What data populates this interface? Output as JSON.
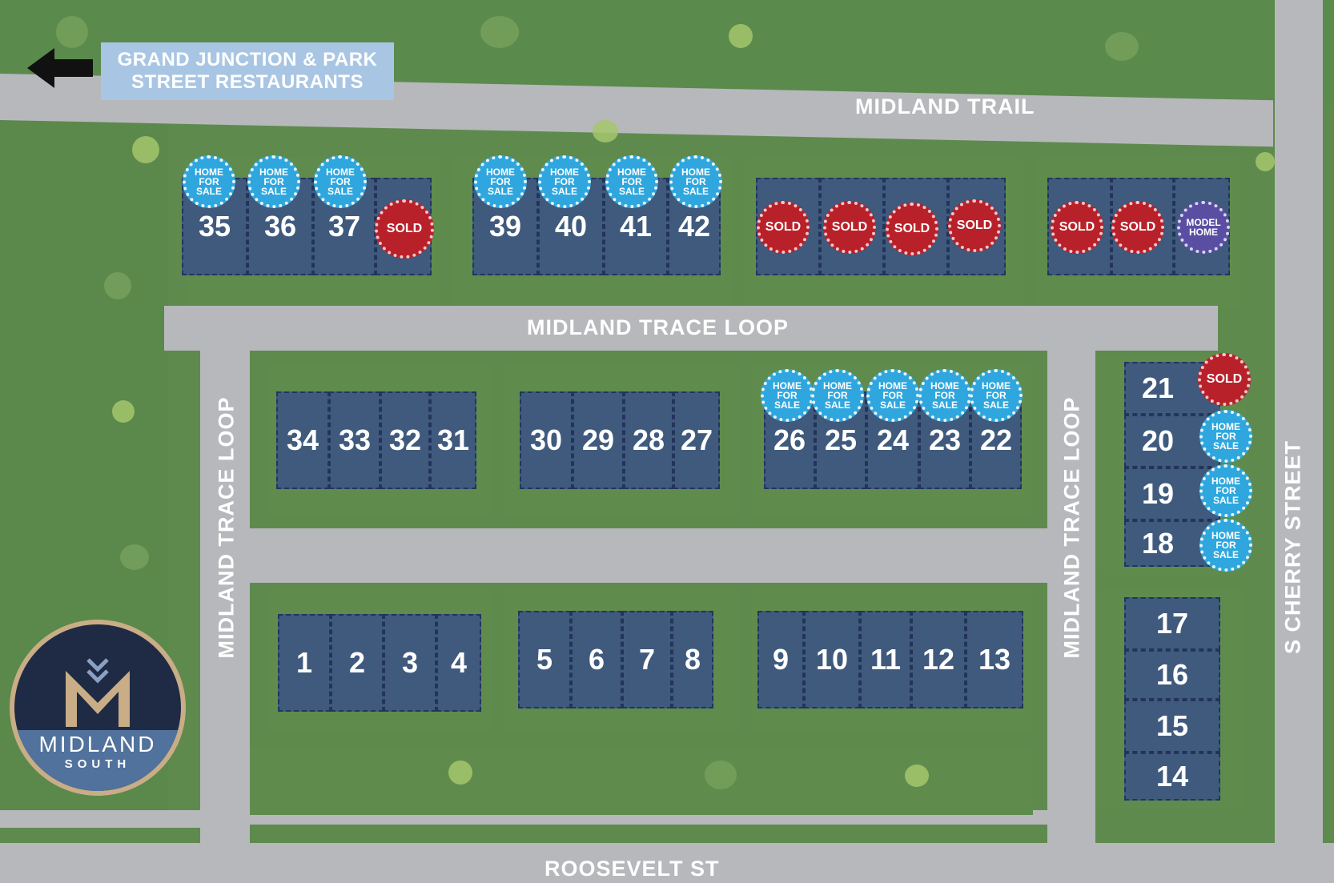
{
  "streets": {
    "midland_trail": "MIDLAND TRAIL",
    "midland_trace_loop_top": "MIDLAND TRACE LOOP",
    "midland_trace_loop_left": "MIDLAND TRACE LOOP",
    "midland_trace_loop_right": "MIDLAND TRACE LOOP",
    "roosevelt": "ROOSEVELT ST",
    "cherry": "S CHERRY STREET"
  },
  "sign": {
    "line1": "GRAND JUNCTION & PARK",
    "line2": "STREET RESTAURANTS"
  },
  "logo": {
    "name": "MIDLAND",
    "sub": "SOUTH"
  },
  "badges": {
    "home_for_sale": [
      "HOME",
      "FOR",
      "SALE"
    ],
    "sold": "SOLD",
    "model_home": [
      "MODEL",
      "HOME"
    ]
  },
  "lots": {
    "35": {
      "label": "35",
      "status": "home_for_sale"
    },
    "36": {
      "label": "36",
      "status": "home_for_sale"
    },
    "37": {
      "label": "37",
      "status": "home_for_sale"
    },
    "38": {
      "label": "",
      "status": "sold"
    },
    "39": {
      "label": "39",
      "status": "home_for_sale"
    },
    "40": {
      "label": "40",
      "status": "home_for_sale"
    },
    "41": {
      "label": "41",
      "status": "home_for_sale"
    },
    "42": {
      "label": "42",
      "status": "home_for_sale"
    },
    "43": {
      "label": "",
      "status": "sold"
    },
    "44": {
      "label": "",
      "status": "sold"
    },
    "45": {
      "label": "",
      "status": "sold"
    },
    "46": {
      "label": "",
      "status": "sold"
    },
    "47": {
      "label": "",
      "status": "sold"
    },
    "48": {
      "label": "",
      "status": "sold"
    },
    "49": {
      "label": "",
      "status": "model_home"
    },
    "34": {
      "label": "34"
    },
    "33": {
      "label": "33"
    },
    "32": {
      "label": "32"
    },
    "31": {
      "label": "31"
    },
    "30": {
      "label": "30"
    },
    "29": {
      "label": "29"
    },
    "28": {
      "label": "28"
    },
    "27": {
      "label": "27"
    },
    "26": {
      "label": "26",
      "status": "home_for_sale"
    },
    "25": {
      "label": "25",
      "status": "home_for_sale"
    },
    "24": {
      "label": "24",
      "status": "home_for_sale"
    },
    "23": {
      "label": "23",
      "status": "home_for_sale"
    },
    "22": {
      "label": "22",
      "status": "home_for_sale"
    },
    "21": {
      "label": "21",
      "status": "sold"
    },
    "20": {
      "label": "20",
      "status": "home_for_sale"
    },
    "19": {
      "label": "19",
      "status": "home_for_sale"
    },
    "18": {
      "label": "18",
      "status": "home_for_sale"
    },
    "17": {
      "label": "17"
    },
    "16": {
      "label": "16"
    },
    "15": {
      "label": "15"
    },
    "14": {
      "label": "14"
    },
    "1": {
      "label": "1"
    },
    "2": {
      "label": "2"
    },
    "3": {
      "label": "3"
    },
    "4": {
      "label": "4"
    },
    "5": {
      "label": "5"
    },
    "6": {
      "label": "6"
    },
    "7": {
      "label": "7"
    },
    "8": {
      "label": "8"
    },
    "9": {
      "label": "9"
    },
    "10": {
      "label": "10"
    },
    "11": {
      "label": "11"
    },
    "12": {
      "label": "12"
    },
    "13": {
      "label": "13"
    }
  },
  "colors": {
    "grass": "#5f8c4d",
    "road": "#b7b8bb",
    "lot": "#3f5a7d",
    "sale": "#2fa7de",
    "sold": "#b9212a",
    "model": "#5a4ea3",
    "sign": "#a8c6e3",
    "logo_navy": "#1f2b45",
    "logo_gold": "#c9ad86"
  }
}
